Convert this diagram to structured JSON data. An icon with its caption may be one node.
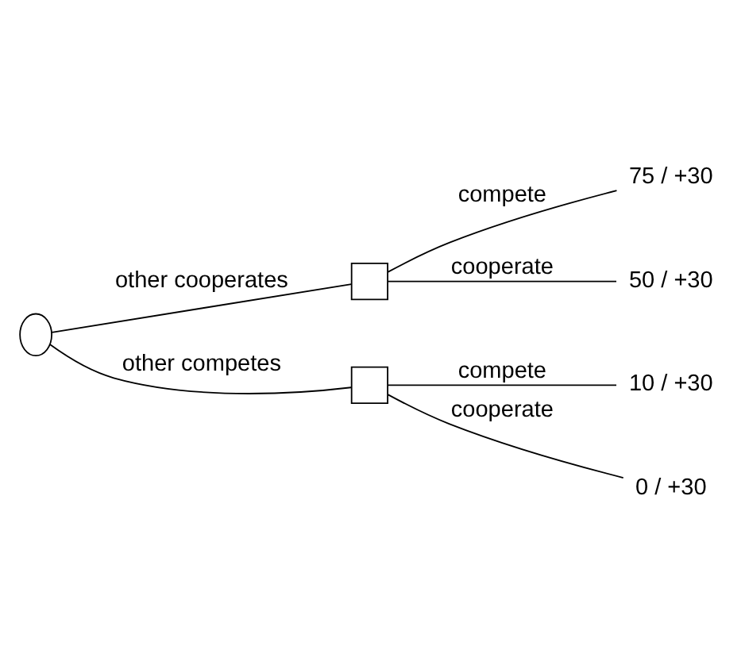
{
  "diagram": {
    "nodes": [
      {
        "text": [],
        "shape": "ellipse"
      },
      {
        "text": [],
        "shape": "box"
      },
      {
        "text": [],
        "shape": "box"
      },
      {
        "text": [
          "75 / +30"
        ]
      },
      {
        "text": [
          "50 / +30"
        ]
      },
      {
        "text": [
          "10 / +30"
        ]
      },
      {
        "text": [
          "0 / +30"
        ]
      }
    ],
    "edges": [
      {
        "from": 0,
        "to": 1,
        "arrow": "none",
        "label": "other cooperates"
      },
      {
        "from": 0,
        "to": 2,
        "arrow": "none",
        "label": "other competes"
      },
      {
        "from": 1,
        "to": 3,
        "arrow": "none",
        "label": "compete"
      },
      {
        "from": 1,
        "to": 4,
        "arrow": "none",
        "label": "cooperate"
      },
      {
        "from": 2,
        "to": 5,
        "arrow": "none",
        "label": "compete"
      },
      {
        "from": 2,
        "to": 6,
        "arrow": "none",
        "label": "cooperate"
      }
    ]
  }
}
